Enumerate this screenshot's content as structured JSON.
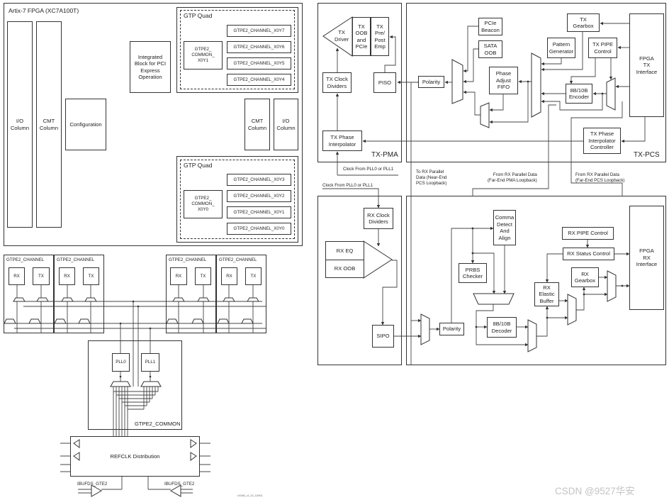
{
  "device_view": {
    "title": "Artix-7 FPGA (XC7A100T)",
    "io_column_left": "I/O\nColumn",
    "cmt_column_left": "CMT\nColumn",
    "configuration": "Configuration",
    "pcie_block": "Integrated\nBlock for PCI\nExpress\nOperation",
    "cmt_column_right": "CMT\nColumn",
    "io_column_right": "I/O\nColumn",
    "quad_top": {
      "label": "GTP Quad",
      "common": "GTPE2_\nCOMMON_\nX0Y1",
      "channels": [
        "GTPE2_CHANNEL_X0Y7",
        "GTPE2_CHANNEL_X0Y6",
        "GTPE2_CHANNEL_X0Y5",
        "GTPE2_CHANNEL_X0Y4"
      ]
    },
    "quad_bottom": {
      "label": "GTP Quad",
      "common": "GTPE2_\nCOMMON_\nX0Y0",
      "channels": [
        "GTPE2_CHANNEL_X0Y3",
        "GTPE2_CHANNEL_X0Y2",
        "GTPE2_CHANNEL_X0Y1",
        "GTPE2_CHANNEL_X0Y0"
      ]
    }
  },
  "clocking_view": {
    "channels": [
      {
        "label": "GTPE2_CHANNEL",
        "rx": "RX",
        "tx": "TX"
      },
      {
        "label": "GTPE2_CHANNEL",
        "rx": "RX",
        "tx": "TX"
      },
      {
        "label": "GTPE2_CHANNEL",
        "rx": "RX",
        "tx": "TX"
      },
      {
        "label": "GTPE2_CHANNEL",
        "rx": "RX",
        "tx": "TX"
      }
    ],
    "pll0": "PLL0",
    "pll1": "PLL1",
    "common_label": "GTPE2_COMMON",
    "refclk": "REFCLK Distribution",
    "ibufds_left": "IBUFDS_GTE2",
    "ibufds_right": "IBUFDS_GTE2",
    "figure_id": "UG482_c1_02_110911"
  },
  "transceiver_view": {
    "tx_pma": {
      "label": "TX-PMA",
      "tx_driver": "TX\nDriver",
      "tx_oob": "TX\nOOB\nand\nPCIe",
      "tx_emp": "TX\nPre/\nPost\nEmp",
      "tx_clock_dividers": "TX Clock\nDividers",
      "piso": "PISO",
      "tx_phase_interpolator": "TX Phase\nInterpolator"
    },
    "tx_pcs": {
      "label": "TX-PCS",
      "polarity": "Polarity",
      "pcie_beacon": "PCIe\nBeacon",
      "sata_oob": "SATA\nOOB",
      "phase_adjust_fifo": "Phase\nAdjust\nFIFO",
      "pattern_generator": "Pattern\nGenerator",
      "tx_gearbox": "TX\nGearbox",
      "tx_pipe_control": "TX PIPE\nControl",
      "encoder": "8B/10B\nEncoder",
      "fpga_tx_interface": "FPGA\nTX\nInterface",
      "tx_pi_controller": "TX Phase\nInterpolator\nController"
    },
    "annotations": {
      "tx_clock": "Clock From PLL0 or PLL1",
      "near_end_pcs": "To RX Parallel\nData (Near-End\nPCS Loopback)",
      "far_end_pma": "From RX Parallel Data\n(Far-End PMA Loopback)",
      "far_end_pcs": "From RX Parallel Data\n(Far-End PCS Loopback)",
      "rx_clock": "Clock From PLL0 or PLL1"
    },
    "rx_pma": {
      "rx_clock_dividers": "RX Clock\nDividers",
      "rx_eq": "RX EQ",
      "rx_oob": "RX OOB",
      "sipo": "SIPO"
    },
    "rx_pcs": {
      "polarity": "Polarity",
      "comma_detect": "Comma\nDetect\nAnd\nAlign",
      "prbs_checker": "PRBS\nChecker",
      "decoder": "8B/10B\nDecoder",
      "rx_elastic_buffer": "RX\nElastic\nBuffer",
      "rx_gearbox": "RX\nGearbox",
      "rx_pipe_control": "RX PIPE Control",
      "rx_status_control": "RX Status Control",
      "fpga_rx_interface": "FPGA\nRX\nInterface"
    }
  },
  "watermark": "CSDN @9527华安",
  "colors": {
    "line": "#333333",
    "background": "#ffffff",
    "watermark": "#c4c4c4"
  }
}
